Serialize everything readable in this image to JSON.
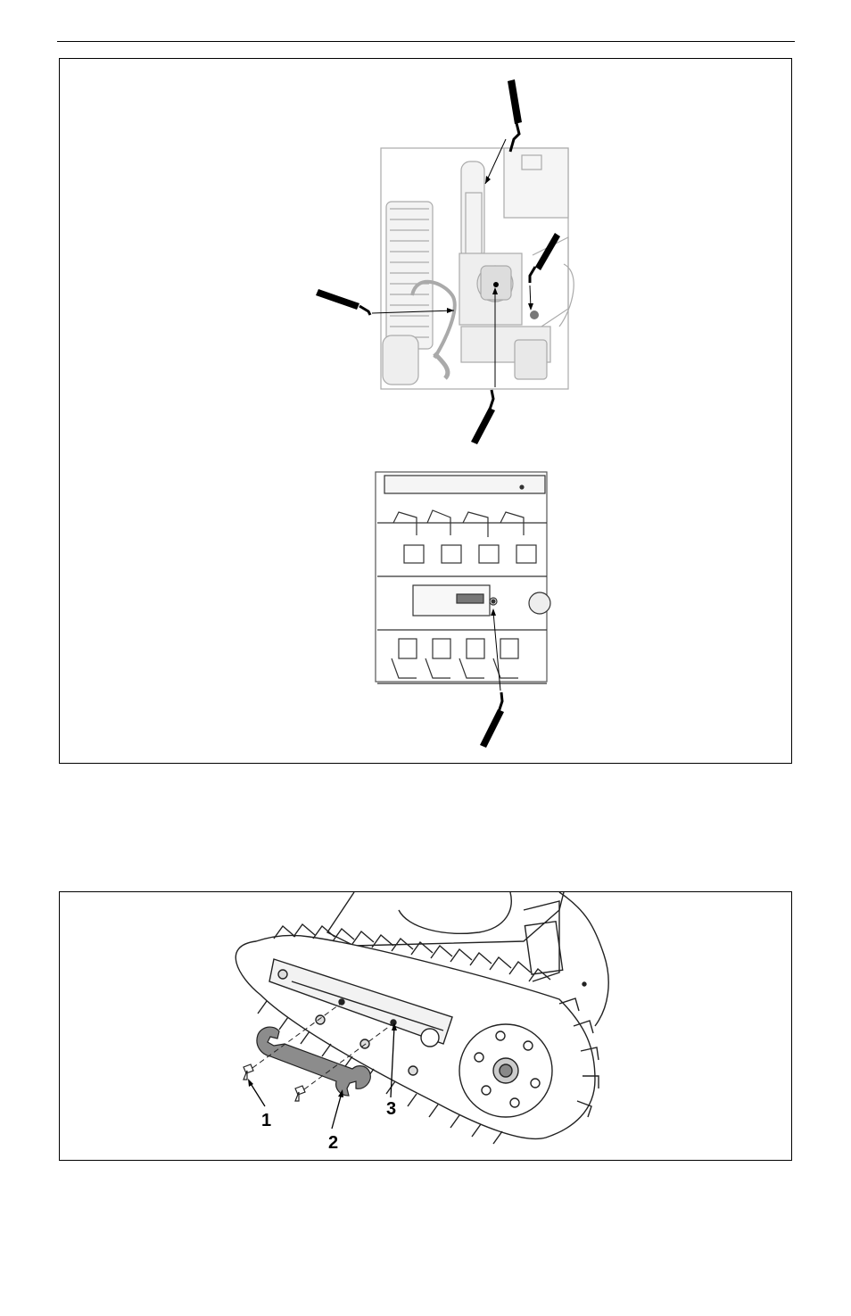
{
  "figure_2": {
    "callouts": [
      "1",
      "2",
      "3"
    ]
  }
}
